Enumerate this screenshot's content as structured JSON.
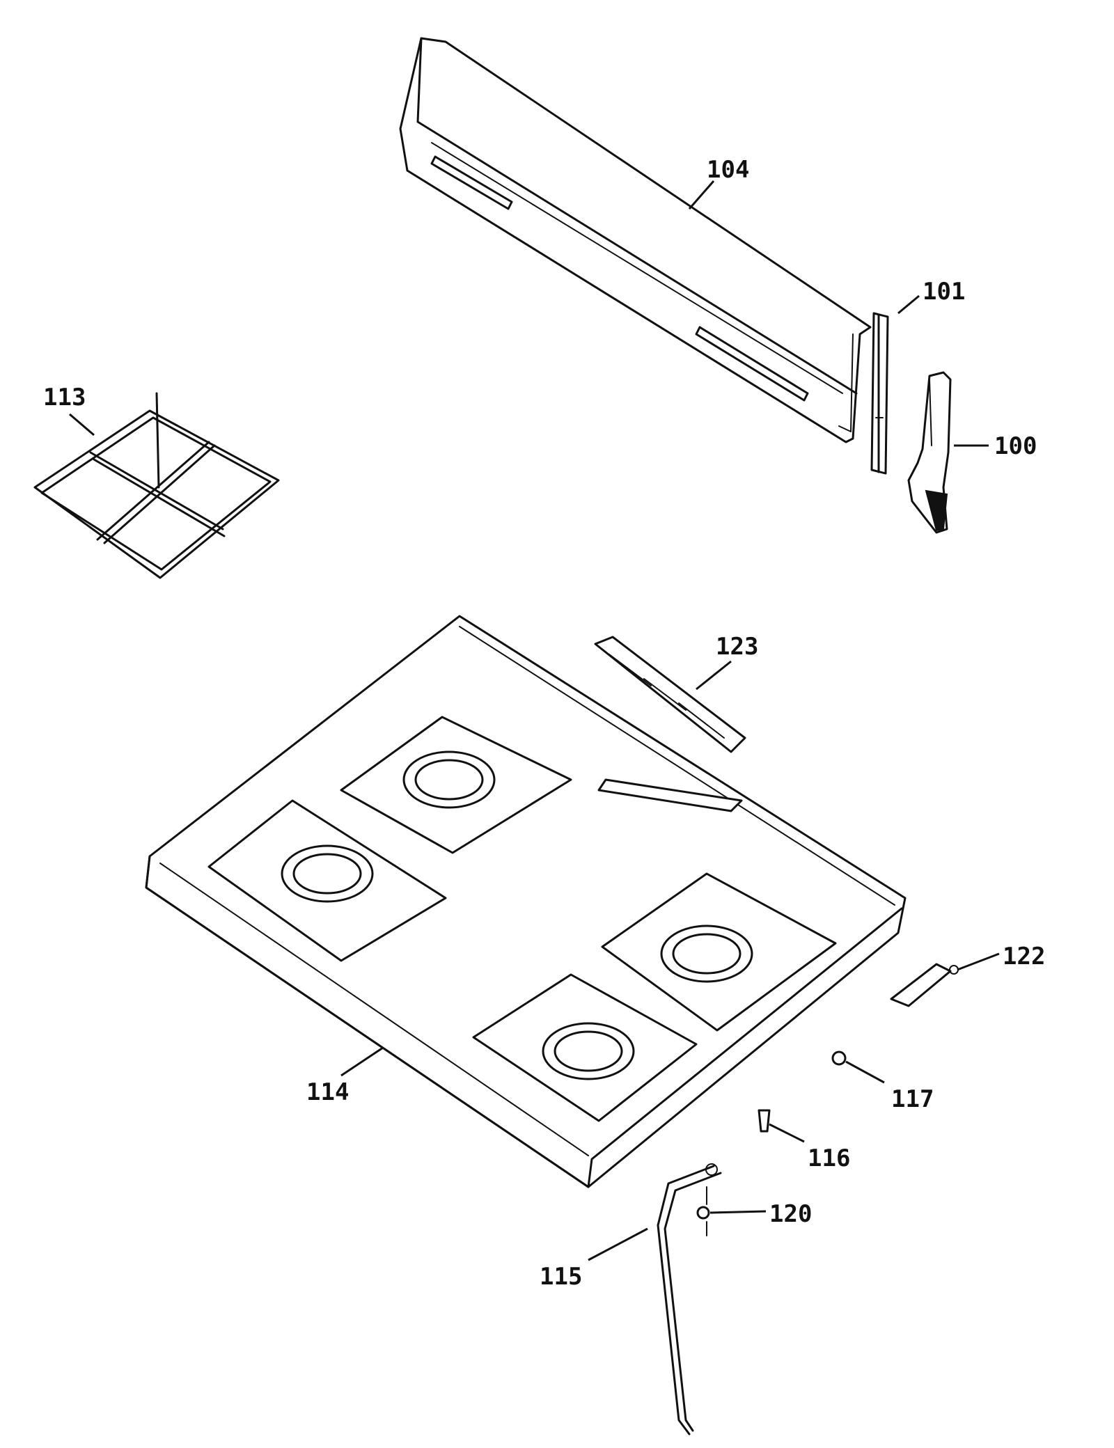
{
  "callouts": [
    {
      "id": "c104",
      "label": "104"
    },
    {
      "id": "c101",
      "label": "101"
    },
    {
      "id": "c100",
      "label": "100"
    },
    {
      "id": "c113",
      "label": "113"
    },
    {
      "id": "c123",
      "label": "123"
    },
    {
      "id": "c122",
      "label": "122"
    },
    {
      "id": "c114",
      "label": "114"
    },
    {
      "id": "c117",
      "label": "117"
    },
    {
      "id": "c116",
      "label": "116"
    },
    {
      "id": "c120",
      "label": "120"
    },
    {
      "id": "c115",
      "label": "115"
    }
  ]
}
